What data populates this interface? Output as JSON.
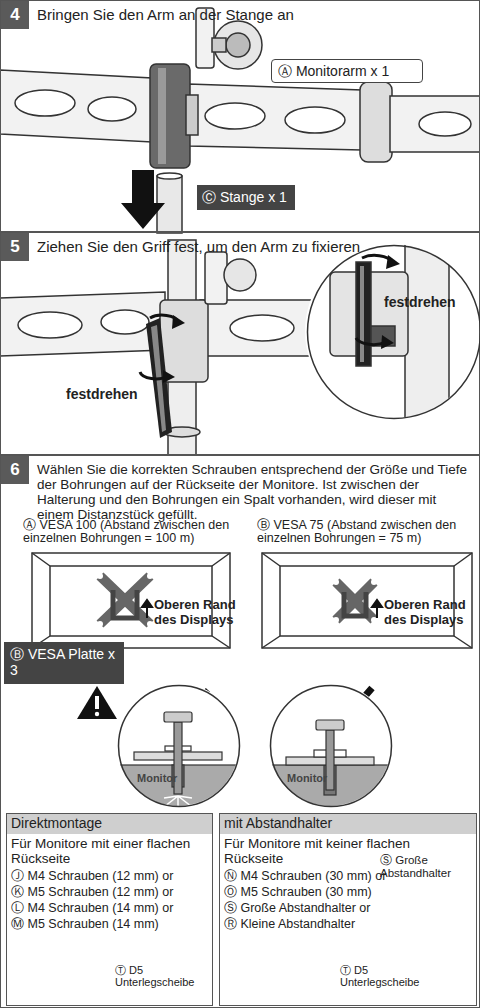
{
  "diagram": {
    "nodes": [
      {
        "text": [
          "Bringen Sie den Arm an der Stange an"
        ]
      },
      {
        "text": [
          "4"
        ],
        "in": 0
      },
      {
        "text": [
          "Ⓐ Monitorarm x 1"
        ],
        "in": 0
      },
      {
        "text": [
          "Ⓒ Stange x 1"
        ],
        "in": 0
      },
      {
        "text": [
          "Ziehen Sie den Griff fest, um den Arm zu fixieren"
        ]
      },
      {
        "text": [
          "5"
        ],
        "in": 4
      },
      {
        "text": [
          "festdrehen"
        ],
        "in": 4
      },
      {
        "text": [
          "Wählen Sie die korrekten Schrauben entsprechend der Größe und Tiefe der Bohrungen auf der Rückseite der Monitore. Ist zwischen der Halterung und den Bohrungen ein Spalt vorhanden, wird dieser mit einem Distanzstück gefüllt."
        ]
      },
      {
        "text": [
          "6"
        ],
        "in": 7
      },
      {
        "text": [
          "Ⓐ VESA 100 (Abstand zwischen den einzelnen Bohrungen = 100 m)",
          "Oberen Rand des Displays"
        ],
        "in": 7
      },
      {
        "text": [
          "Ⓑ VESA 75 (Abstand zwischen den einzelnen Bohrungen = 75 m)",
          "Oberen Rand des Displays"
        ],
        "in": 7
      },
      {
        "text": [
          "Ⓑ VESA Platte x 3"
        ],
        "in": 7
      },
      {
        "text": [
          "Monitor"
        ],
        "in": 7
      },
      {
        "text": [
          "Monitor"
        ],
        "in": 7
      },
      {
        "text": [
          "Direktmontage",
          "Für Monitore mit einer flachen Rückseite",
          "Ⓙ M4 Schrauben (12 mm) or",
          "Ⓚ M5 Schrauben (12 mm) or",
          "Ⓛ M4 Schrauben (14 mm) or",
          "Ⓜ M5 Schrauben (14 mm)",
          "Ⓣ D5 Unterlegscheibe"
        ],
        "in": 7
      },
      {
        "text": [
          "mit Abstandhalter",
          "Für Monitore mit keiner flachen Rückseite",
          "Ⓝ M4 Schrauben (30 mm) or",
          "Ⓞ M5 Schrauben (30 mm)",
          "Ⓢ Große Abstandhalter or",
          "Ⓡ Kleine Abstandhalter",
          "Ⓢ Große Abstandhalter",
          "Ⓣ D5 Unterlegscheibe"
        ],
        "in": 7
      }
    ],
    "labels": [
      "festdrehen"
    ]
  }
}
